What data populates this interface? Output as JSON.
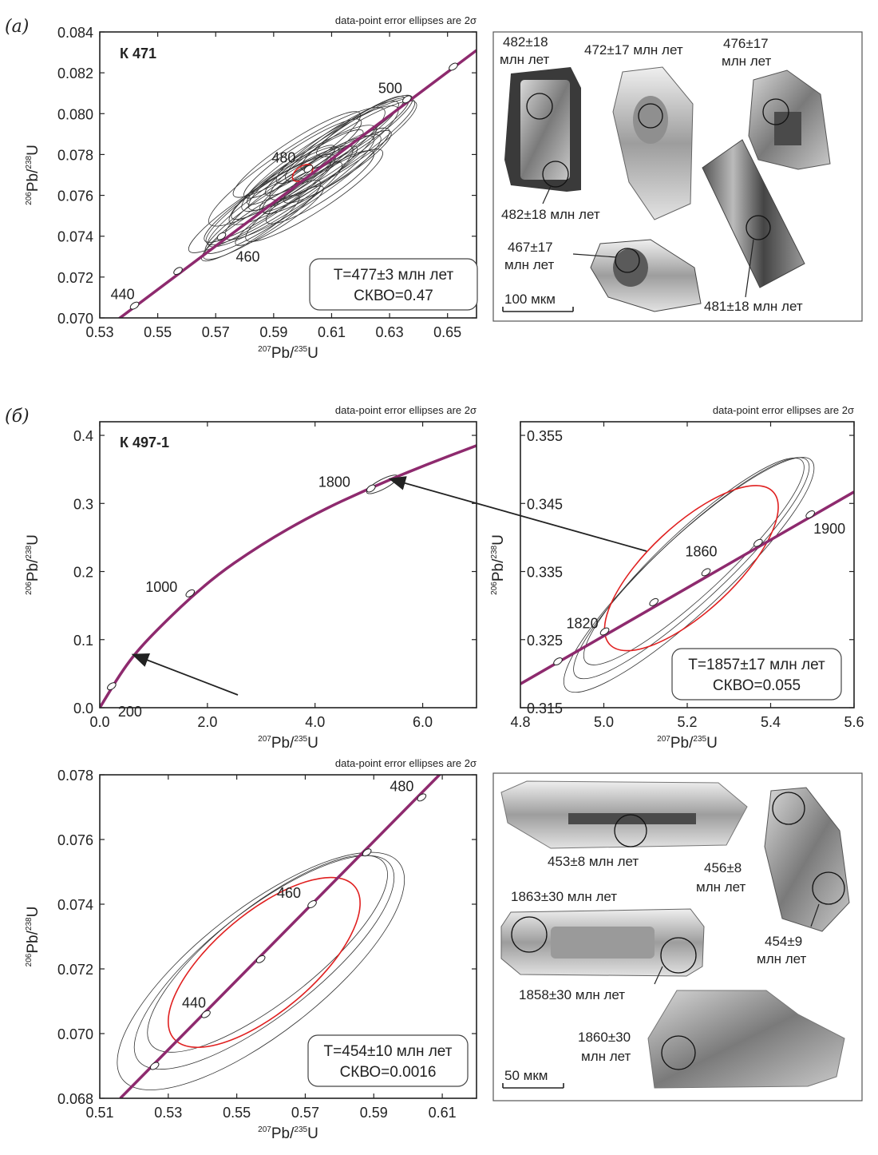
{
  "panel_labels": {
    "a": "(a)",
    "b": "(б)"
  },
  "note": "data-point error ellipses are 2σ",
  "axes_text": {
    "y_main": "Pb/",
    "y_sup1": "206",
    "y_sup2": "238",
    "y_end": "U",
    "x_main": "Pb/",
    "x_sup1": "207",
    "x_sup2": "235",
    "x_end": "U"
  },
  "colors": {
    "concordia": "#8e2a6e",
    "mean_ellipse": "#e02020",
    "data_ellipse": "#333333"
  },
  "chart_data": [
    {
      "id": "a",
      "type": "scatter",
      "sample": "К 471",
      "xlim": [
        0.53,
        0.66
      ],
      "ylim": [
        0.07,
        0.084
      ],
      "xticks": [
        "0.53",
        "0.55",
        "0.57",
        "0.59",
        "0.61",
        "0.63",
        "0.65"
      ],
      "yticks": [
        "0.070",
        "0.072",
        "0.074",
        "0.076",
        "0.078",
        "0.080",
        "0.082",
        "0.084"
      ],
      "age_marks": [
        {
          "label": "440",
          "x": 0.542,
          "y": 0.0706
        },
        {
          "label": "",
          "x": 0.557,
          "y": 0.0723
        },
        {
          "label": "460",
          "x": 0.572,
          "y": 0.074
        },
        {
          "label": "480",
          "x": 0.602,
          "y": 0.0773
        },
        {
          "label": "500",
          "x": 0.636,
          "y": 0.0807
        },
        {
          "label": "",
          "x": 0.652,
          "y": 0.0823
        }
      ],
      "concordia": [
        [
          0.536,
          0.0699
        ],
        [
          0.66,
          0.0831
        ]
      ],
      "ellipse_count": 28,
      "ellipse_center": [
        0.6,
        0.077
      ],
      "mean_ellipse": {
        "cx": 0.6,
        "cy": 0.0771,
        "rx": 0.004,
        "ry": 0.0007
      },
      "result": {
        "line1": "T=477±3 млн лет",
        "line2": "СКВО=0.47"
      }
    },
    {
      "id": "b1",
      "type": "scatter",
      "sample": "К 497-1",
      "xlim": [
        0.0,
        7.0
      ],
      "ylim": [
        0.0,
        0.42
      ],
      "xticks": [
        "0.0",
        "2.0",
        "4.0",
        "6.0"
      ],
      "yticks": [
        "0.0",
        "0.1",
        "0.2",
        "0.3",
        "0.4"
      ],
      "age_marks": [
        {
          "label": "200",
          "x": 0.22,
          "y": 0.0315
        },
        {
          "label": "1000",
          "x": 1.68,
          "y": 0.168
        },
        {
          "label": "1800",
          "x": 5.04,
          "y": 0.322
        }
      ],
      "concordia": [
        [
          0,
          0
        ],
        [
          0.5,
          0.065
        ],
        [
          1,
          0.11
        ],
        [
          2,
          0.185
        ],
        [
          3,
          0.24
        ],
        [
          4,
          0.285
        ],
        [
          5,
          0.322
        ],
        [
          6,
          0.355
        ],
        [
          7,
          0.385
        ]
      ],
      "result": null
    },
    {
      "id": "b2",
      "type": "scatter",
      "xlim": [
        4.8,
        5.6
      ],
      "ylim": [
        0.315,
        0.357
      ],
      "xticks": [
        "4.8",
        "5.0",
        "5.2",
        "5.4",
        "5.6"
      ],
      "yticks": [
        "0.315",
        "0.325",
        "0.335",
        "0.345",
        "0.355"
      ],
      "age_marks": [
        {
          "label": "",
          "x": 4.89,
          "y": 0.3218
        },
        {
          "label": "1820",
          "x": 5.002,
          "y": 0.3262
        },
        {
          "label": "",
          "x": 5.12,
          "y": 0.3305
        },
        {
          "label": "1860",
          "x": 5.245,
          "y": 0.3349
        },
        {
          "label": "",
          "x": 5.37,
          "y": 0.3392
        },
        {
          "label": "1900",
          "x": 5.495,
          "y": 0.3434
        }
      ],
      "concordia": [
        [
          4.8,
          0.3185
        ],
        [
          5.6,
          0.3467
        ]
      ],
      "result": {
        "line1": "T=1857±17 млн лет",
        "line2": "СКВО=0.055"
      }
    },
    {
      "id": "b3",
      "type": "scatter",
      "xlim": [
        0.51,
        0.62
      ],
      "ylim": [
        0.068,
        0.078
      ],
      "xticks": [
        "0.51",
        "0.53",
        "0.55",
        "0.57",
        "0.59",
        "0.61"
      ],
      "yticks": [
        "0.068",
        "0.070",
        "0.072",
        "0.074",
        "0.076",
        "0.078"
      ],
      "age_marks": [
        {
          "label": "",
          "x": 0.526,
          "y": 0.069
        },
        {
          "label": "440",
          "x": 0.541,
          "y": 0.0706
        },
        {
          "label": "",
          "x": 0.557,
          "y": 0.0723
        },
        {
          "label": "460",
          "x": 0.572,
          "y": 0.074
        },
        {
          "label": "",
          "x": 0.588,
          "y": 0.0756
        },
        {
          "label": "480",
          "x": 0.604,
          "y": 0.0773
        }
      ],
      "concordia": [
        [
          0.516,
          0.068
        ],
        [
          0.6185,
          0.079
        ]
      ],
      "result": {
        "line1": "T=454±10 млн лет",
        "line2": "СКВО=0.0016"
      }
    }
  ],
  "images": {
    "a": {
      "scale": "100 мкм",
      "labels": [
        "482±18",
        "млн лет",
        "472±17 млн лет",
        "476±17",
        "млн лет",
        "482±18 млн лет",
        "467±17",
        "млн лет",
        "481±18 млн лет"
      ]
    },
    "b": {
      "scale": "50 мкм",
      "labels": [
        "453±8 млн лет",
        "456±8",
        "млн лет",
        "1863±30 млн лет",
        "454±9",
        "млн лет",
        "1858±30 млн лет",
        "1860±30",
        "млн лет"
      ]
    }
  }
}
